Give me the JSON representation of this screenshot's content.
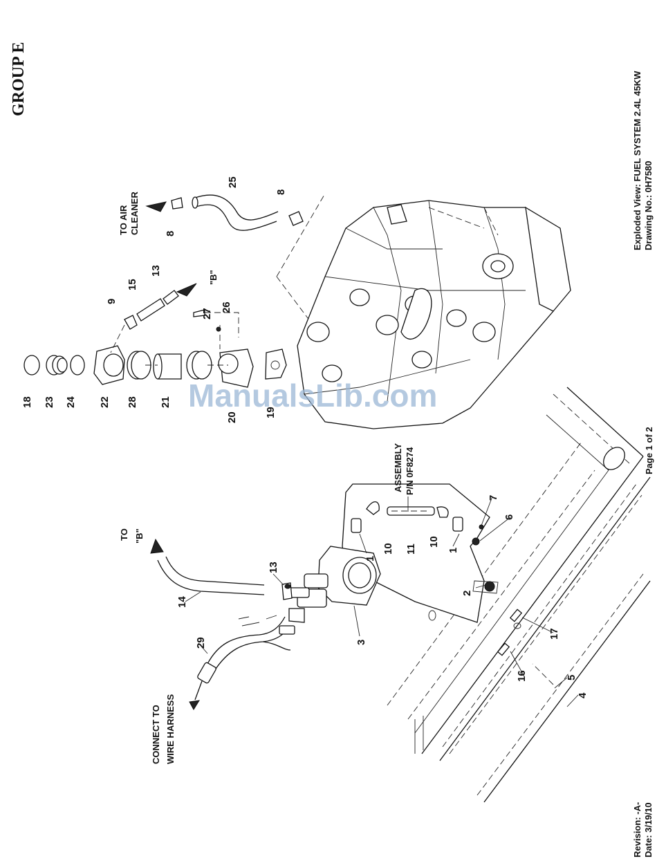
{
  "group_title": "GROUP E",
  "exploded_view": "Exploded View: FUEL SYSTEM 2.4L 45KW",
  "drawing_no": "Drawing No.: 0H7580",
  "page": "Page 1 of 2",
  "revision": "Revision: -A-",
  "date": "Date:  3/19/10",
  "watermark": "ManualsLib.com",
  "callouts": {
    "to_air_cleaner_1": "TO AIR",
    "to_air_cleaner_2": "CLEANER",
    "to_b_1": "TO",
    "to_b_2": "\"B\"",
    "b_marker": "\"B\"",
    "assembly_1": "ASSEMBLY",
    "assembly_2": "P/N 0F8274",
    "connect_1": "CONNECT TO",
    "connect_2": "WIRE HARNESS"
  },
  "part_numbers": [
    "1",
    "1",
    "2",
    "3",
    "4",
    "5",
    "6",
    "7",
    "8",
    "8",
    "9",
    "10",
    "10",
    "11",
    "13",
    "13",
    "14",
    "15",
    "16",
    "17",
    "18",
    "19",
    "20",
    "21",
    "22",
    "23",
    "24",
    "25",
    "26",
    "27",
    "28",
    "29"
  ]
}
